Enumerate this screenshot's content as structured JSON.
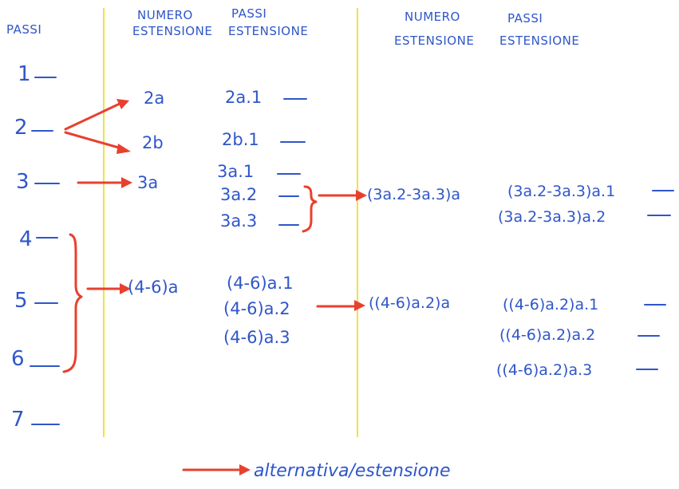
{
  "headers": {
    "passi": "PASSI",
    "numero_estensione_1_l1": "NUMERO",
    "numero_estensione_1_l2": "ESTENSIONE",
    "passi_estensione_1_l1": "PASSI",
    "passi_estensione_1_l2": "ESTENSIONE",
    "numero_estensione_2_l1": "NUMERO",
    "numero_estensione_2_l2": "ESTENSIONE",
    "passi_estensione_2_l1": "PASSI",
    "passi_estensione_2_l2": "ESTENSIONE"
  },
  "steps": [
    "1",
    "2",
    "3",
    "4",
    "5",
    "6",
    "7"
  ],
  "extensions": {
    "e2a": "2a",
    "e2b": "2b",
    "e3a": "3a",
    "e46a": "(4-6)a"
  },
  "extension_steps": {
    "s2a1": "2a.1",
    "s2b1": "2b.1",
    "s3a1": "3a.1",
    "s3a2": "3a.2",
    "s3a3": "3a.3",
    "s46a1": "(4-6)a.1",
    "s46a2": "(4-6)a.2",
    "s46a3": "(4-6)a.3"
  },
  "nested_extensions": {
    "n1": "(3a.2-3a.3)a",
    "n2": "((4-6)a.2)a"
  },
  "nested_steps": {
    "ns1": "(3a.2-3a.3)a.1",
    "ns2": "(3a.2-3a.3)a.2",
    "ns3": "((4-6)a.2)a.1",
    "ns4": "((4-6)a.2)a.2",
    "ns5": "((4-6)a.2)a.3"
  },
  "legend": {
    "label": "alternativa/estensione"
  },
  "colors": {
    "ink": "#2f56c9",
    "arrow": "#e8402f",
    "divider": "#f2e23a"
  }
}
